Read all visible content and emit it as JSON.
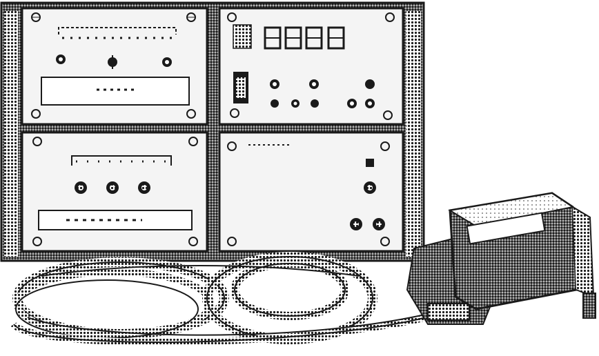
{
  "scene": {
    "subject": "instrument-rack-with-coiled-cable-and-probe",
    "style": "monochrome-halftone-engraving",
    "colors": {
      "ink": "#1a1a1a",
      "paper": "#ffffff",
      "panel": "#f4f4f4",
      "shade": "#8a8a8a"
    },
    "modules": [
      {
        "id": "top-left",
        "controls": 3
      },
      {
        "id": "top-right",
        "display_digits": 4,
        "controls": 6
      },
      {
        "id": "bottom-left",
        "controls": 3
      },
      {
        "id": "bottom-right",
        "controls": 4
      }
    ],
    "icons": [
      "knob-icon",
      "screw-icon",
      "display-digit-icon",
      "cable-coil-icon",
      "probe-box-icon"
    ]
  }
}
